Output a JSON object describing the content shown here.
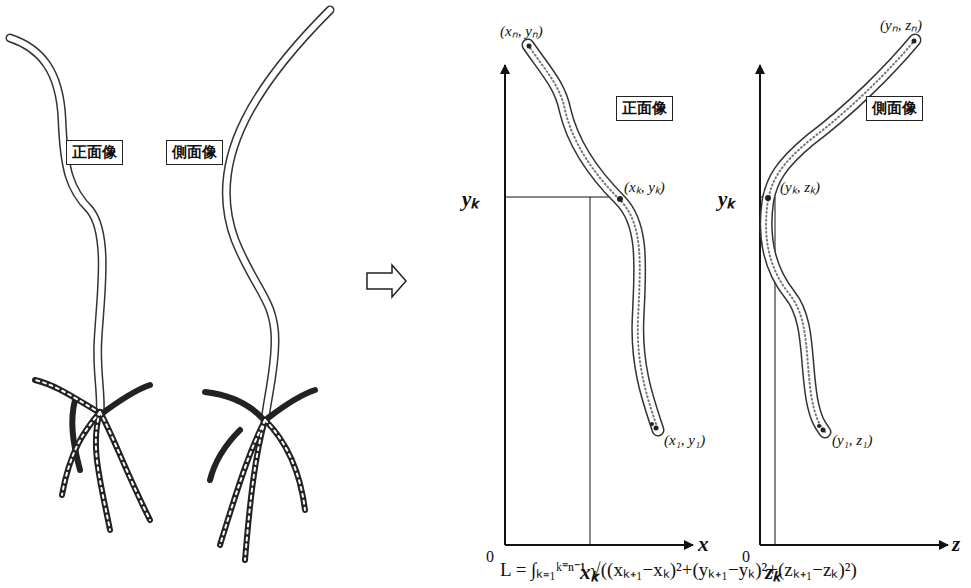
{
  "diagram": {
    "nodes": [
      {
        "text": [
          "正面像"
        ]
      },
      {
        "text": [
          "側面像"
        ]
      },
      {
        "text": [
          "正面像"
        ]
      },
      {
        "text": [
          "側面像"
        ]
      }
    ],
    "labels": [
      "(xₙ, yₙ)",
      "yₖ",
      "(xₖ, yₖ)",
      "(x₁, y₁)",
      "0",
      "xₖ",
      "x",
      "(yₙ, zₙ)",
      "yₖ",
      "(yₖ, zₖ)",
      "(y₁, z₁)",
      "0",
      "zₖ",
      "z",
      "L = ∫ₖ₌₁ᵏ⁼ⁿ⁻¹ √((xₖ₊₁−xₖ)²+(yₖ₊₁−yₖ)²+(zₖ₊₁−zₖ)²)"
    ]
  }
}
